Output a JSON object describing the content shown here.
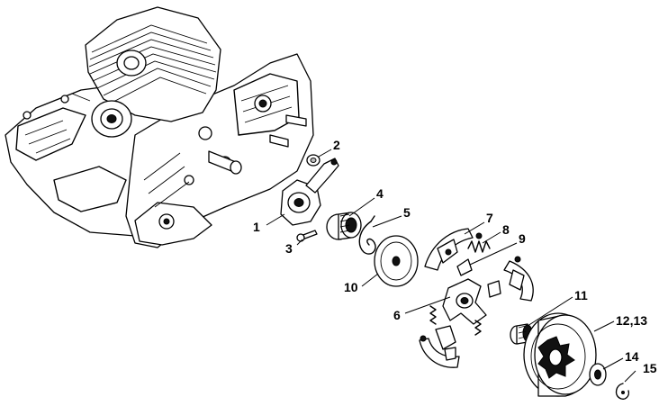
{
  "callouts": [
    {
      "id": "1",
      "text": "1"
    },
    {
      "id": "2",
      "text": "2"
    },
    {
      "id": "3",
      "text": "3"
    },
    {
      "id": "4",
      "text": "4"
    },
    {
      "id": "5",
      "text": "5"
    },
    {
      "id": "6",
      "text": "6"
    },
    {
      "id": "7",
      "text": "7"
    },
    {
      "id": "8",
      "text": "8"
    },
    {
      "id": "9",
      "text": "9"
    },
    {
      "id": "10",
      "text": "10"
    },
    {
      "id": "11",
      "text": "11"
    },
    {
      "id": "12",
      "text": "12,13"
    },
    {
      "id": "14",
      "text": "14"
    },
    {
      "id": "15",
      "text": "15"
    }
  ]
}
